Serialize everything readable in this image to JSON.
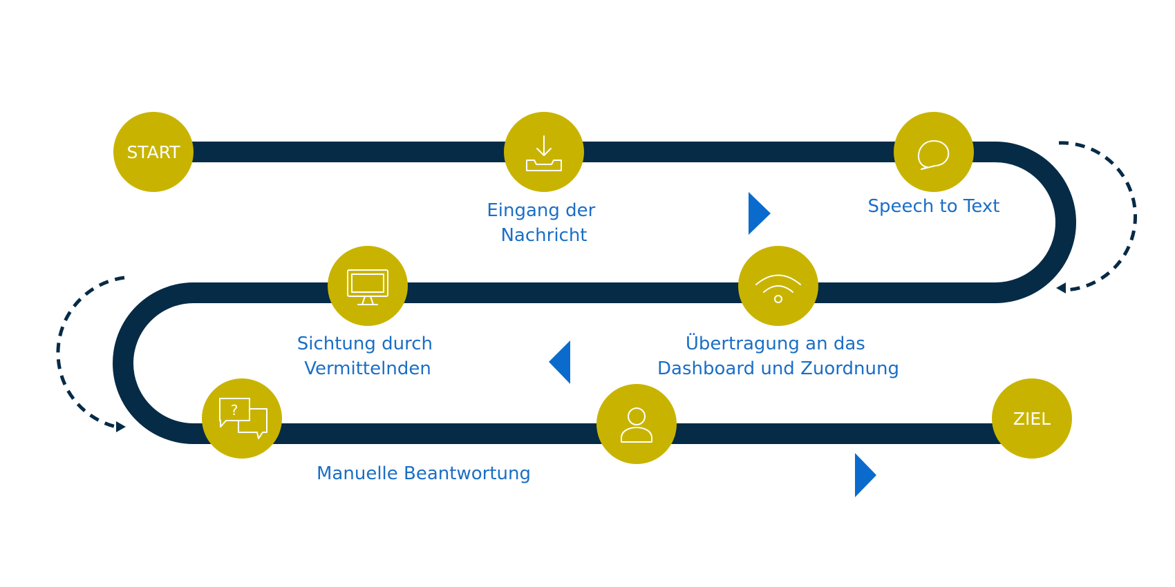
{
  "colors": {
    "track": "#062b47",
    "node": "#c8b400",
    "label": "#1a6ec6",
    "arrow": "#0b6bcc",
    "node_text": "#ffffff"
  },
  "nodes": {
    "start": {
      "text": "START"
    },
    "inbox": {
      "icon": "inbox-download-icon"
    },
    "speech": {
      "icon": "speech-bubble-icon"
    },
    "wifi": {
      "icon": "wifi-icon"
    },
    "monitor": {
      "icon": "monitor-icon"
    },
    "chat": {
      "icon": "question-chat-icon"
    },
    "user": {
      "icon": "user-icon"
    },
    "ziel": {
      "text": "ZIEL"
    }
  },
  "labels": {
    "eingang": [
      "Eingang der",
      "Nachricht"
    ],
    "speech": "Speech to Text",
    "uebertragung": [
      "Übertragung an das",
      "Dashboard und Zuordnung"
    ],
    "sichtung": [
      "Sichtung durch",
      "Vermittelnden"
    ],
    "manuelle": "Manuelle Beantwortung"
  }
}
